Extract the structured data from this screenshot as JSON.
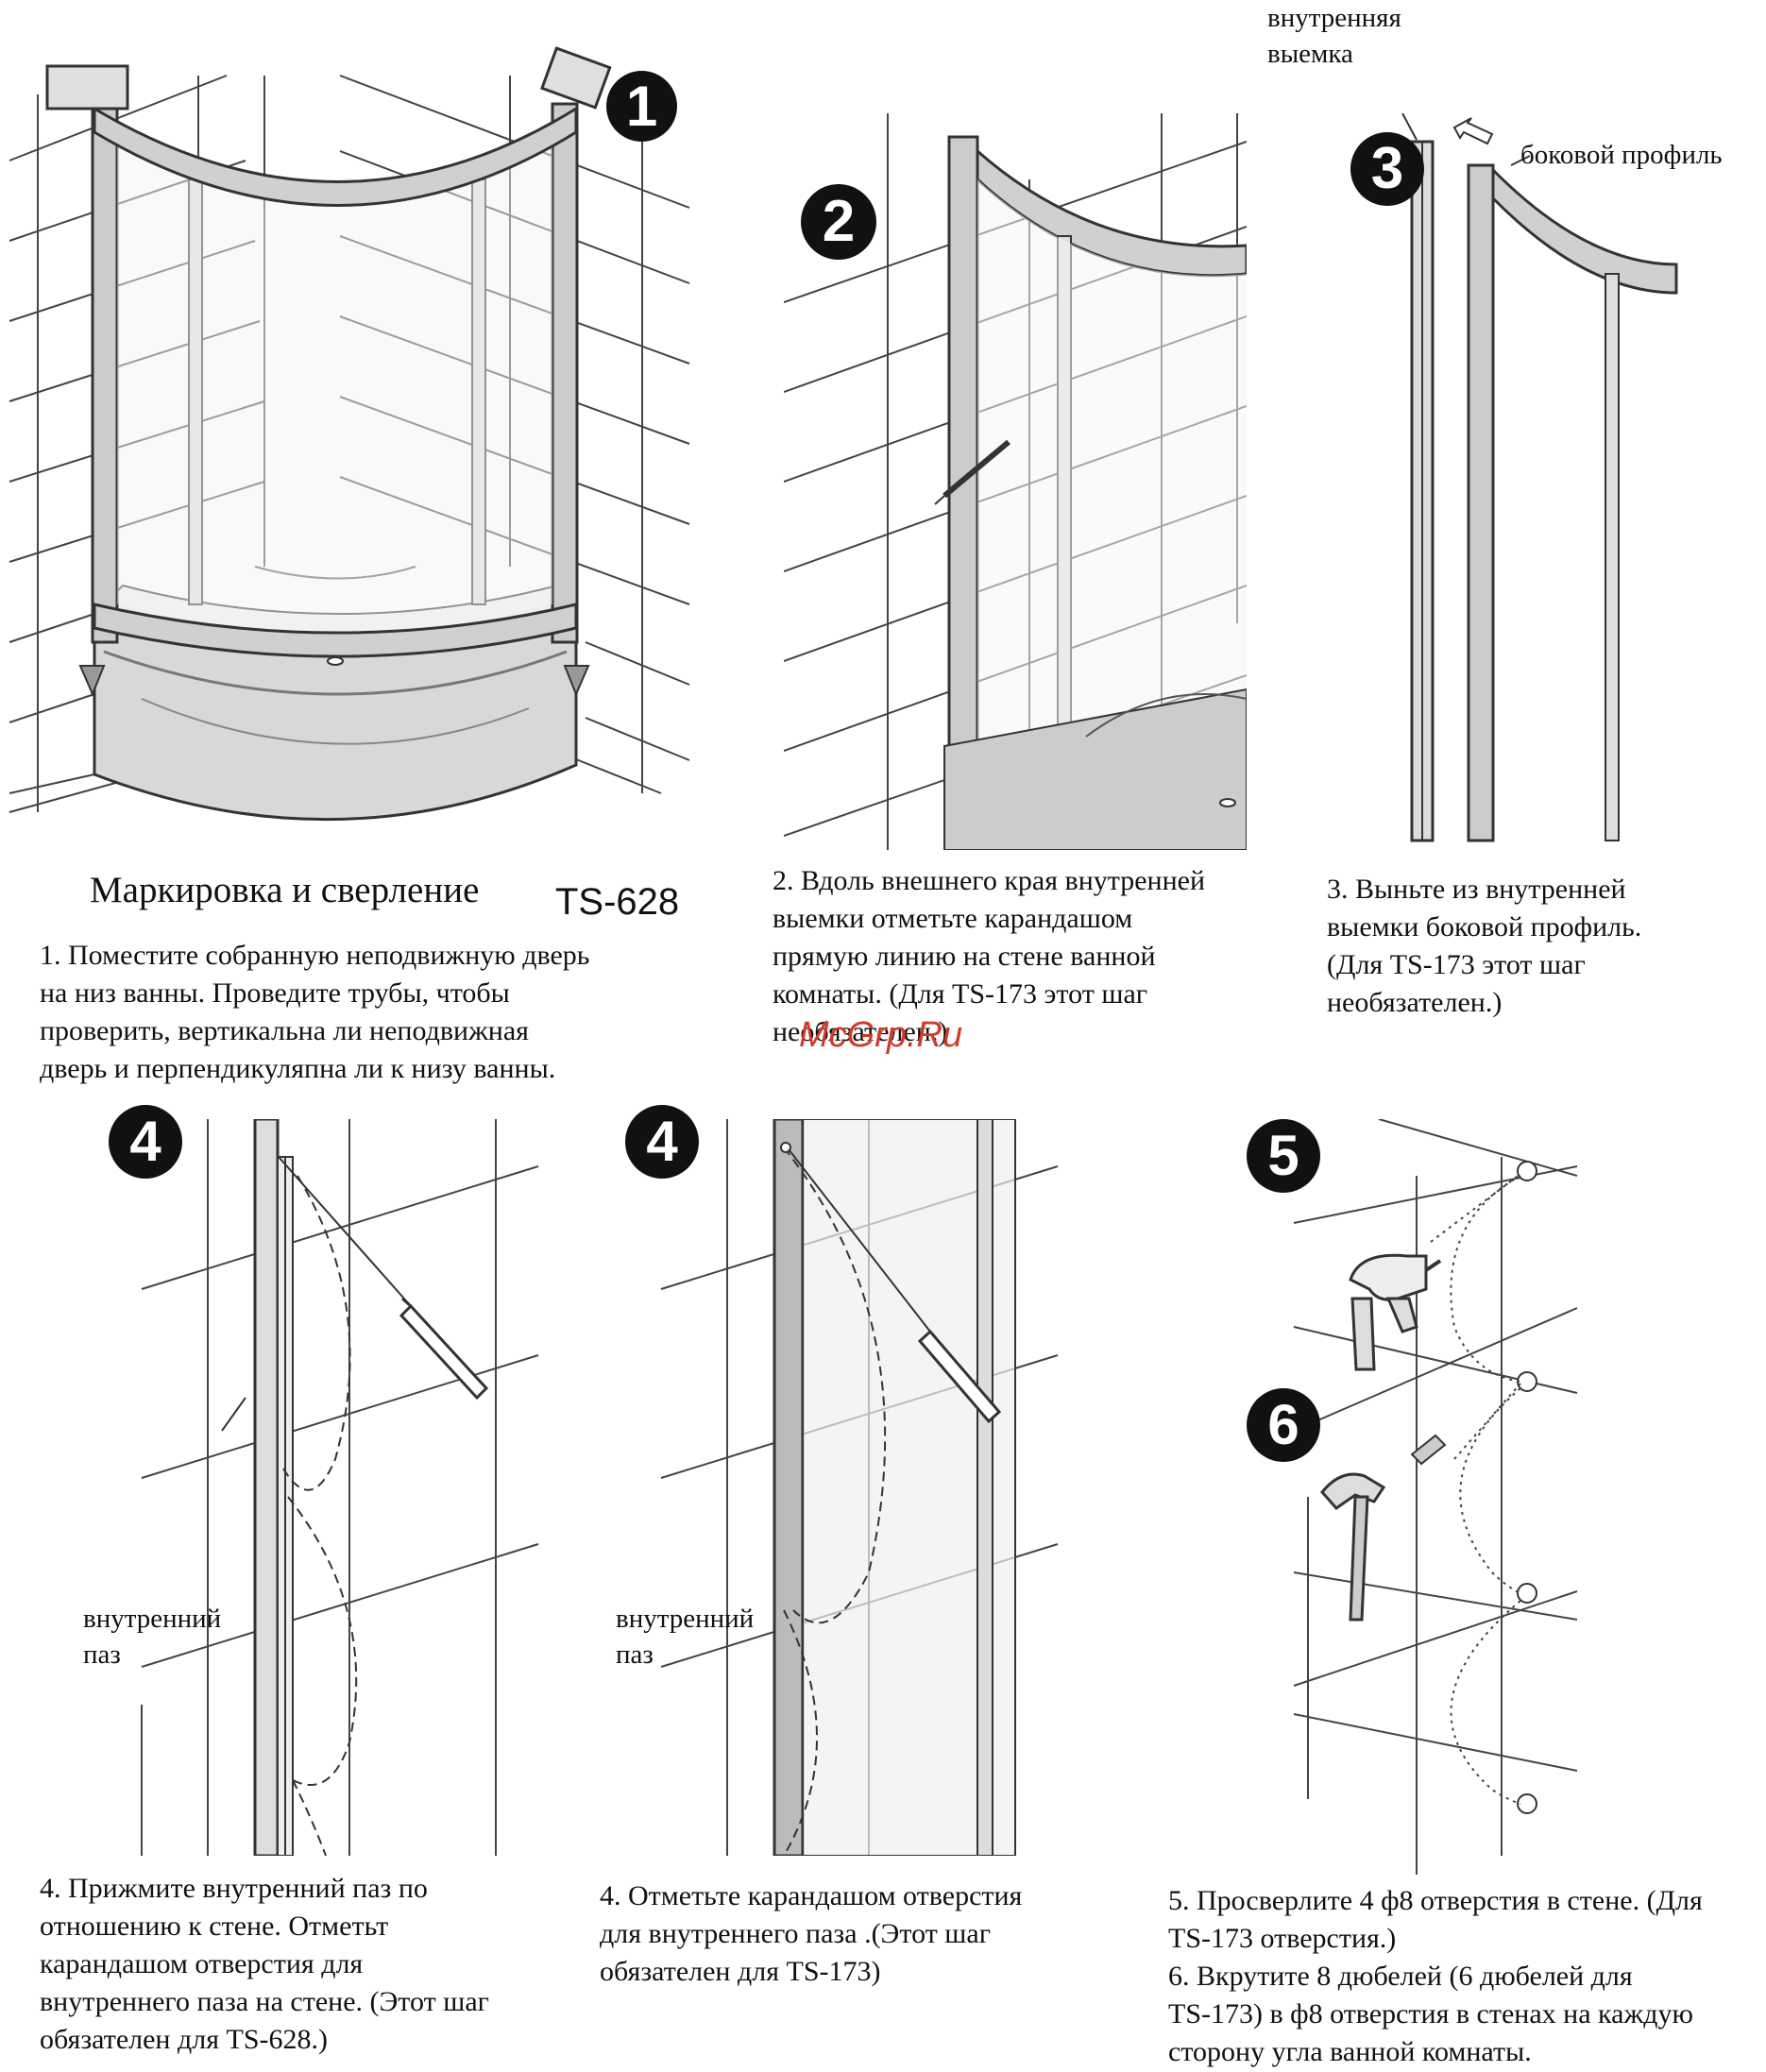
{
  "steps": {
    "s1": "1",
    "s2": "2",
    "s3": "3",
    "s4a": "4",
    "s4b": "4",
    "s5": "5",
    "s6": "6"
  },
  "labels": {
    "inner_notch": "внутренняя\nвыемка",
    "side_profile": "боковой профиль",
    "inner_groove_a": "внутренний\nпаз",
    "inner_groove_b": "внутренний\nпаз"
  },
  "heading": {
    "title": "Маркировка и сверление",
    "model": "TS-628"
  },
  "texts": {
    "step1": "1. Поместите собранную неподвижную дверь\nна низ ванны. Проведите трубы, чтобы\nпроверить,  вертикальна ли неподвижная\nдверь и перпендикуляпна ли к низу ванны.",
    "step2": "2. Вдоль внешнего края внутренней\nвыемки отметьте карандашом\nпрямую линию на стене ванной\nкомнаты. (Для TS-173 этот шаг\nнеобязателен.)",
    "step3": "3. Выньте из внутренней\nвыемки боковой профиль.\n(Для TS-173 этот шаг\nнеобязателен.)",
    "step4a": "4. Прижмите внутренний паз по\nотношению к стене. Отметьт\nкарандашом отверстия для\nвнутреннего паза на стене. (Этот шаг\nобязателен для TS-628.)",
    "step4b": "4. Отметьте карандашом отверстия\nдля внутреннего паза .(Этот шаг\nобязателен для TS-173)",
    "step56": "5. Просверлите 4 ф8 отверстия в стене. (Для\nTS-173 отверстия.)\n6. Вкрутите 8 дюбелей (6 дюбелей для\nTS-173) в ф8 отверстия в стенах на каждую\nсторону угла ванной комнаты."
  },
  "watermark": "McGrp.Ru"
}
